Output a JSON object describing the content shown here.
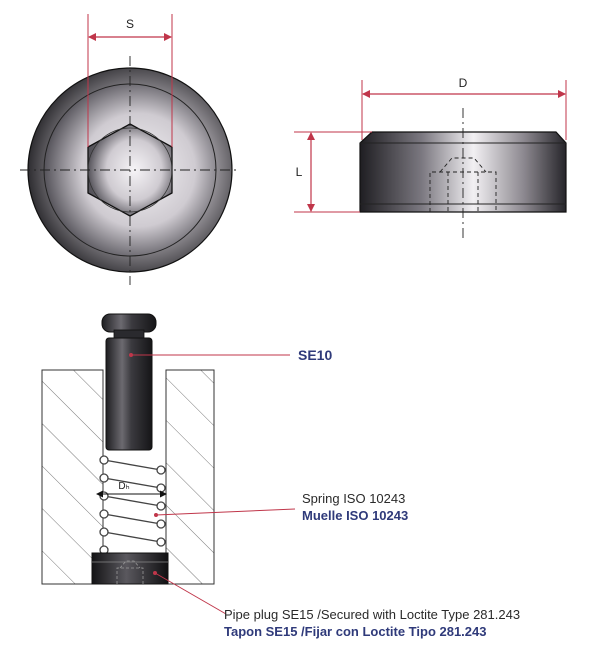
{
  "dimensions": {
    "s": "S",
    "d": "D",
    "l": "L",
    "dh": "Dₕ"
  },
  "callouts": {
    "pin": "SE10",
    "spring_en": "Spring ISO 10243",
    "spring_es": "Muelle ISO 10243",
    "plug_en": "Pipe plug SE15 /Secured with Loctite Type 281.243",
    "plug_es": "Tapon SE15  /Fijar con Loctite Tipo 281.243"
  },
  "colors": {
    "dimension_line": "#c0364a",
    "callout_bold": "#2f3a7a",
    "metal_dark": "#2b2b2e",
    "metal_light": "#e9e6ea"
  }
}
